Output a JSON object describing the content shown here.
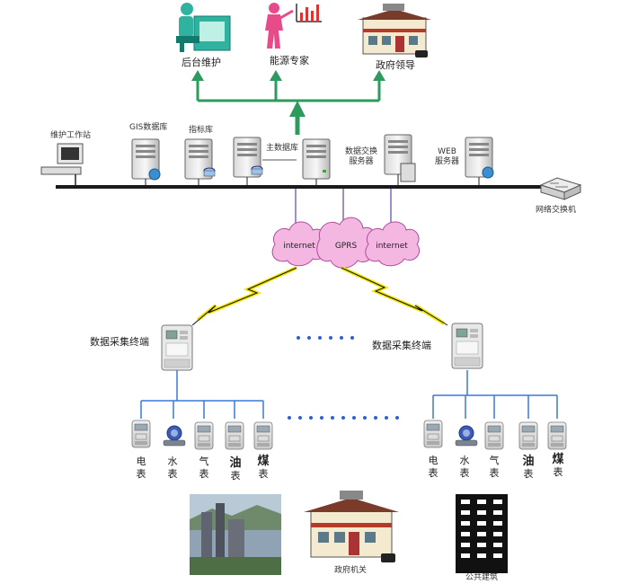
{
  "top_roles": [
    {
      "label": "后台维护",
      "icon": "maintenance-person-icon"
    },
    {
      "label": "能源专家",
      "icon": "energy-expert-icon"
    },
    {
      "label": "政府领导",
      "icon": "government-building-icon"
    }
  ],
  "network": {
    "workstation": "维护工作站",
    "gis_db": "GIS数据库",
    "index_db": "指标库",
    "main_db": "主数据库",
    "exchange_server": "数据交换\n服务器",
    "web_server": "WEB\n服务器",
    "switch": "网络交换机"
  },
  "clouds": [
    "internet",
    "GPRS",
    "internet"
  ],
  "terminals": [
    "数据采集终端",
    "数据采集终端"
  ],
  "meters": [
    {
      "label": "电表",
      "lines": [
        "电",
        "表"
      ],
      "bold": false
    },
    {
      "label": "水表",
      "lines": [
        "水",
        "表"
      ],
      "bold": false
    },
    {
      "label": "气表",
      "lines": [
        "气",
        "表"
      ],
      "bold": false
    },
    {
      "label": "油表",
      "lines": [
        "油",
        "表"
      ],
      "bold": true
    },
    {
      "label": "煤表",
      "lines": [
        "煤",
        "表"
      ],
      "bold": true
    }
  ],
  "bottom": [
    {
      "label": "",
      "icon": "factory-photo"
    },
    {
      "label": "政府机关",
      "icon": "government-office-icon"
    },
    {
      "label": "公共建筑",
      "icon": "public-building-icon"
    }
  ],
  "colors": {
    "green_arrow": "#2e9b5e",
    "bus": "#1a1a1a",
    "cloud_fill": "#f4b7e2",
    "cloud_stroke": "#b04aa0",
    "dots": "#2f5fd0",
    "meter_lines": "#3a78d6",
    "lightning": "#f2e600",
    "purple_link": "#7a6bb8"
  }
}
